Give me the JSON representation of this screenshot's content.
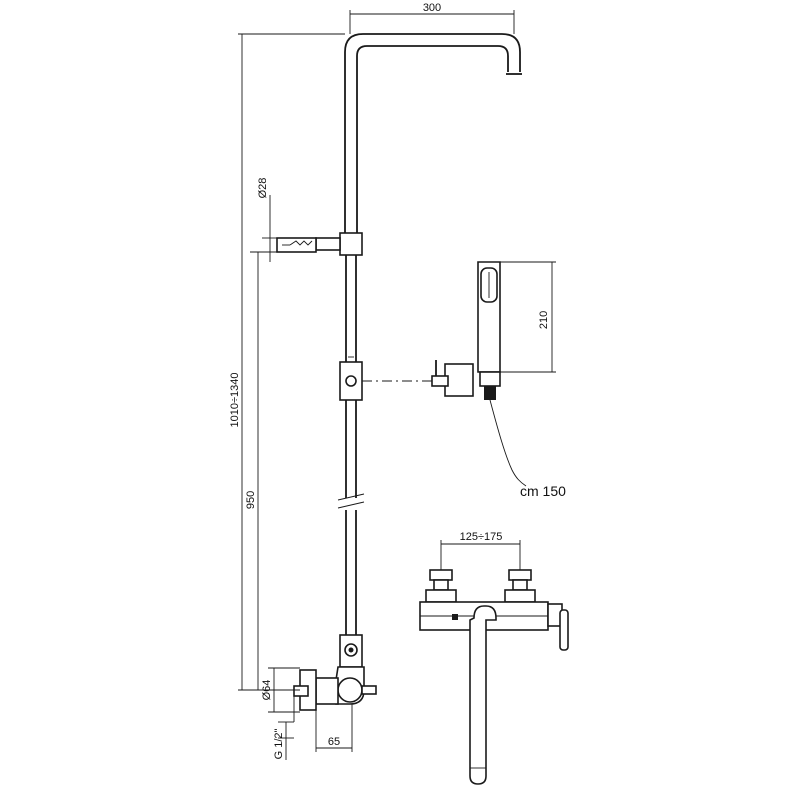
{
  "dimensions": {
    "top_width": "300",
    "bracket_diameter": "Ø28",
    "overall_height": "1010÷1340",
    "valve_height": "950",
    "hand_shower_length": "210",
    "hose_length": "cm 150",
    "valve_spacing": "125÷175",
    "fitting_diameter": "Ø64",
    "thread": "G 1/2\"",
    "projection": "65"
  },
  "colors": {
    "line": "#1a1a1a",
    "background": "#ffffff"
  }
}
